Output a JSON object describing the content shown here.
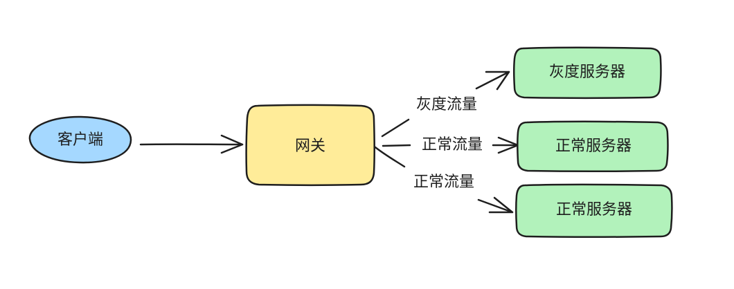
{
  "colors": {
    "client_fill": "#a5d8ff",
    "gateway_fill": "#ffec99",
    "server_fill": "#b2f2bb",
    "stroke": "#1e1e1e",
    "background": "#ffffff"
  },
  "nodes": {
    "client": {
      "label": "客户端"
    },
    "gateway": {
      "label": "网关"
    },
    "gray_server": {
      "label": "灰度服务器"
    },
    "normal_server_1": {
      "label": "正常服务器"
    },
    "normal_server_2": {
      "label": "正常服务器"
    }
  },
  "edges": {
    "gray_traffic": {
      "label": "灰度流量"
    },
    "normal_traffic_1": {
      "label": "正常流量"
    },
    "normal_traffic_2": {
      "label": "正常流量"
    }
  }
}
